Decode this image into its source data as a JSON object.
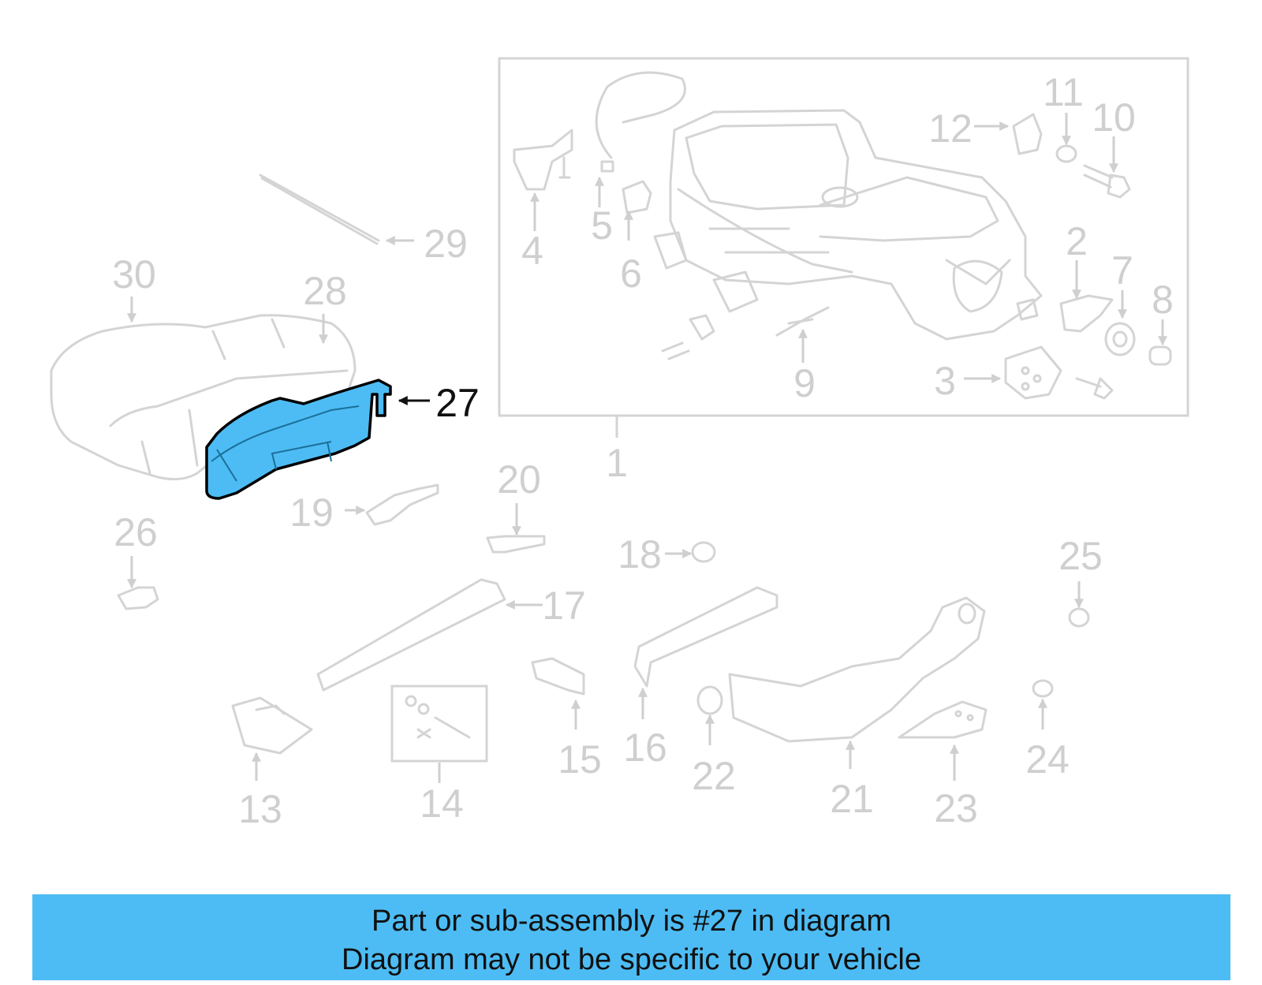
{
  "diagram": {
    "highlight_color": "#4dbcf4",
    "base_color": "#d4d4d4",
    "highlighted_part": "27",
    "callouts": {
      "c1": "1",
      "c2": "2",
      "c3": "3",
      "c4": "4",
      "c5": "5",
      "c6": "6",
      "c7": "7",
      "c8": "8",
      "c9": "9",
      "c10": "10",
      "c11": "11",
      "c12": "12",
      "c13": "13",
      "c14": "14",
      "c15": "15",
      "c16": "16",
      "c17": "17",
      "c18": "18",
      "c19": "19",
      "c20": "20",
      "c21": "21",
      "c22": "22",
      "c23": "23",
      "c24": "24",
      "c25": "25",
      "c26": "26",
      "c27": "27",
      "c28": "28",
      "c29": "29",
      "c30": "30"
    }
  },
  "banner": {
    "line1": "Part or sub-assembly is #27 in diagram",
    "line2": "Diagram may not be specific to your vehicle",
    "background": "#4dbcf4"
  }
}
